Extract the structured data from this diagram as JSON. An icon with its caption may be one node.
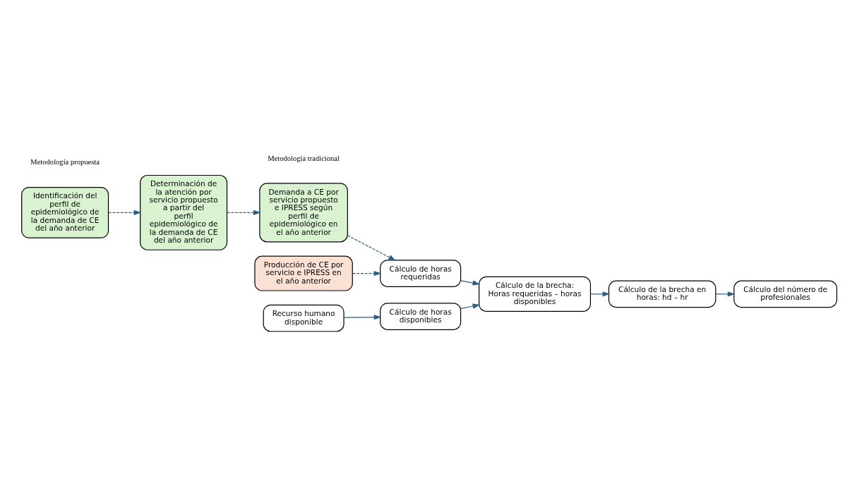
{
  "diagram": {
    "nodes": [
      {
        "text": [
          "Identificación del perfil de epidemiológico de la demanda de CE del año anterior"
        ]
      },
      {
        "text": [
          "Determinación de la atención por servicio propuesto a partir del perfil epidemiológico de la demanda de CE del año anterior"
        ]
      },
      {
        "text": [
          "Demanda a CE por servicio propuesto e IPRESS según perfil de epidemiológico en el año anterior"
        ]
      },
      {
        "text": [
          "Producción de CE por servicio e IPRESS en el año anterior"
        ]
      },
      {
        "text": [
          "Recurso humano disponible"
        ]
      },
      {
        "text": [
          "Cálculo de horas requeridas"
        ]
      },
      {
        "text": [
          "Cálculo de horas disponibles"
        ]
      },
      {
        "text": [
          "Cálculo de la brecha: Horas requeridas – horas disponibles"
        ]
      },
      {
        "text": [
          "Cálculo de la brecha en horas: hd – hr"
        ]
      },
      {
        "text": [
          "Cálculo del número de profesionales"
        ]
      }
    ],
    "edges": [
      {
        "from": 0,
        "to": 1,
        "arrow": "to",
        "style": "dashed"
      },
      {
        "from": 1,
        "to": 2,
        "arrow": "to",
        "style": "dashed"
      },
      {
        "from": 2,
        "to": 5,
        "arrow": "to",
        "style": "dashed"
      },
      {
        "from": 3,
        "to": 5,
        "arrow": "to",
        "style": "dashed"
      },
      {
        "from": 4,
        "to": 6,
        "arrow": "to"
      },
      {
        "from": 5,
        "to": 7,
        "arrow": "to"
      },
      {
        "from": 6,
        "to": 7,
        "arrow": "to"
      },
      {
        "from": 7,
        "to": 8,
        "arrow": "to"
      },
      {
        "from": 8,
        "to": 9,
        "arrow": "to"
      }
    ],
    "labels": [
      "Metodología tradicional",
      "Metodología propuesta"
    ]
  }
}
